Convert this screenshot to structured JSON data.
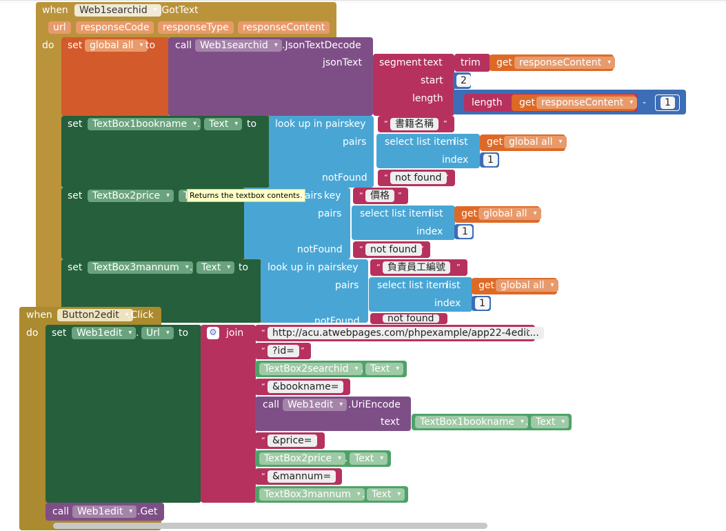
{
  "ev1": {
    "when": "when",
    "component": "Web1searchid",
    "event": ".GotText",
    "params": [
      "url",
      "responseCode",
      "responseType",
      "responseContent"
    ],
    "do": "do"
  },
  "s1": {
    "set": "set",
    "var": "global all",
    "to": "to",
    "call": "call",
    "comp": "Web1searchid",
    "method": ".JsonTextDecode",
    "jsonText": "jsonText",
    "segment": "segment",
    "text": "text",
    "trim": "trim",
    "get": "get",
    "resp": "responseContent",
    "start": "start",
    "length_label": "length",
    "length_fn": "length",
    "minus": "-",
    "n1": "1",
    "n2": "2"
  },
  "s2": {
    "set": "set",
    "comp": "TextBox1bookname",
    "prop": "Text",
    "dot": ".",
    "to": "to",
    "lookup": "look up in pairs",
    "key": "key",
    "keystr": "書籍名稱",
    "pairs": "pairs",
    "sel": "select list item",
    "list": "list",
    "get": "get",
    "var": "global all",
    "index": "index",
    "n": "1",
    "notFound": "notFound",
    "nf": "not found"
  },
  "s3": {
    "set": "set",
    "comp": "TextBox2price",
    "prop": "T",
    "tooltip": "Returns the textbox contents.",
    "lookup": "pairs",
    "key": "key",
    "keystr": "價格",
    "pairs": "pairs",
    "sel": "select list item",
    "list": "list",
    "get": "get",
    "var": "global all",
    "index": "index",
    "n": "1",
    "notFound": "notFound",
    "nf": "not found"
  },
  "s4": {
    "set": "set",
    "comp": "TextBox3mannum",
    "prop": "Text",
    "dot": ".",
    "to": "to",
    "lookup": "look up in pairs",
    "key": "key",
    "keystr": "負責員工編號",
    "pairs": "pairs",
    "sel": "select list item",
    "list": "list",
    "get": "get",
    "var": "global all",
    "index": "index",
    "n": "1",
    "notFound": "notFound",
    "nf": "not found"
  },
  "ev2": {
    "when": "when",
    "component": "Button2edit",
    "event": ".Click",
    "do": "do"
  },
  "s5": {
    "set": "set",
    "comp": "Web1edit",
    "prop": "Url",
    "dot": ".",
    "to": "to",
    "join": "join",
    "url": "http://acu.atwebpages.com/phpexample/app22-4edit...",
    "id": "?id=",
    "tb2s": "TextBox2searchid",
    "text": "Text",
    "bookname": "&bookname=",
    "call": "call",
    "web": "Web1edit",
    "uri": ".UriEncode",
    "textlbl": "text",
    "tb1": "TextBox1bookname",
    "price": "&price=",
    "tb2p": "TextBox2price",
    "mannum": "&mannum=",
    "tb3": "TextBox3mannum"
  },
  "call": {
    "call": "call",
    "comp": "Web1edit",
    "method": ".Get"
  },
  "colors": {
    "event": "#ba933b",
    "setter": "#255f3b",
    "global": "#d35a2b",
    "procedure": "#7e4f87",
    "text": "#b7315e",
    "list": "#49a6d4",
    "number": "#3c6db6",
    "getter": "#de6926",
    "component": "#4ea269"
  }
}
